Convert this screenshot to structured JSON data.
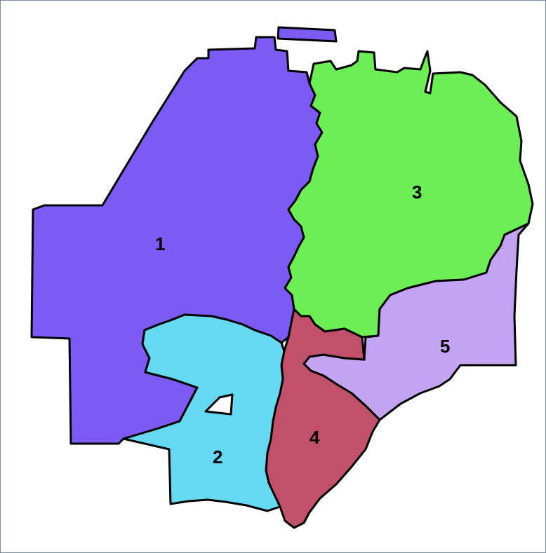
{
  "map": {
    "districts": [
      {
        "id": "1",
        "label": "1",
        "color": "#7b5af5"
      },
      {
        "id": "2",
        "label": "2",
        "color": "#66d9f2"
      },
      {
        "id": "3",
        "label": "3",
        "color": "#6cee55"
      },
      {
        "id": "4",
        "label": "4",
        "color": "#c2506a"
      },
      {
        "id": "5",
        "label": "5",
        "color": "#c3a3f2"
      }
    ],
    "hole_color": "#ffffff",
    "border_color": "#000000"
  }
}
